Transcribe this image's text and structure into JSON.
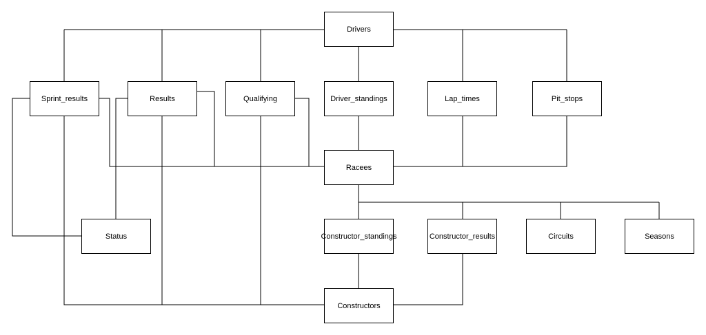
{
  "diagram": {
    "type": "entity-relationship",
    "entities": {
      "drivers": "Drivers",
      "sprint_results": "Sprint_results",
      "results": "Results",
      "qualifying": "Qualifying",
      "driver_standings": "Driver_standings",
      "lap_times": "Lap_times",
      "pit_stops": "Pit_stops",
      "racees": "Racees",
      "status": "Status",
      "constructor_standings": "Constructor_standings",
      "constructor_results": "Constructor_results",
      "circuits": "Circuits",
      "seasons": "Seasons",
      "constructors": "Constructors"
    },
    "connections": [
      [
        "Drivers",
        "Sprint_results"
      ],
      [
        "Drivers",
        "Results"
      ],
      [
        "Drivers",
        "Qualifying"
      ],
      [
        "Drivers",
        "Driver_standings"
      ],
      [
        "Drivers",
        "Lap_times"
      ],
      [
        "Drivers",
        "Pit_stops"
      ],
      [
        "Driver_standings",
        "Racees"
      ],
      [
        "Lap_times",
        "Racees"
      ],
      [
        "Pit_stops",
        "Racees"
      ],
      [
        "Sprint_results",
        "Racees"
      ],
      [
        "Results",
        "Racees"
      ],
      [
        "Qualifying",
        "Racees"
      ],
      [
        "Sprint_results",
        "Status"
      ],
      [
        "Results",
        "Status"
      ],
      [
        "Racees",
        "Constructor_standings"
      ],
      [
        "Racees",
        "Constructor_results"
      ],
      [
        "Racees",
        "Circuits"
      ],
      [
        "Racees",
        "Seasons"
      ],
      [
        "Constructor_standings",
        "Constructors"
      ],
      [
        "Constructor_results",
        "Constructors"
      ],
      [
        "Sprint_results",
        "Constructors"
      ],
      [
        "Results",
        "Constructors"
      ],
      [
        "Qualifying",
        "Constructors"
      ]
    ]
  }
}
